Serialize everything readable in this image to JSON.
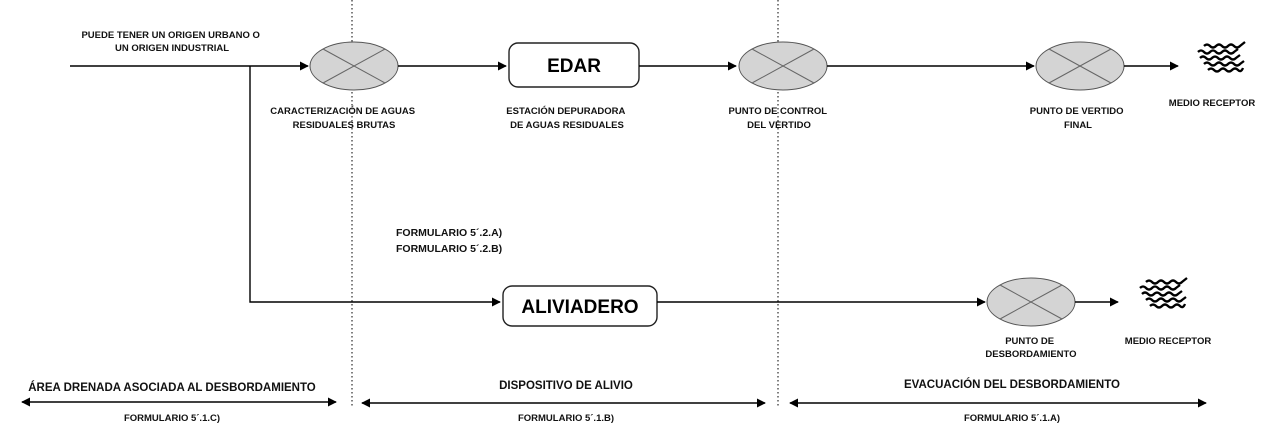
{
  "source_label": [
    "PUEDE TENER UN ORIGEN URBANO O",
    "UN ORIGEN INDUSTRIAL"
  ],
  "nodes": {
    "characterization": [
      "CARACTERIZACIÓN DE AGUAS",
      "RESIDUALES BRUTAS"
    ],
    "edar_box": "EDAR",
    "edar_desc": [
      "ESTACIÓN DEPURADORA",
      "DE AGUAS RESIDUALES"
    ],
    "control_point": [
      "PUNTO DE CONTROL",
      "DEL VERTIDO"
    ],
    "final_discharge": [
      "PUNTO DE VERTIDO",
      "FINAL"
    ],
    "receptor_top": "MEDIO RECEPTOR",
    "aliviadero_box": "ALIVIADERO",
    "overflow_point": [
      "PUNTO DE",
      "DESBORDAMIENTO"
    ],
    "receptor_bottom": "MEDIO RECEPTOR"
  },
  "forms_middle": [
    "FORMULARIO 5´.2.A)",
    "FORMULARIO 5´.2.B)"
  ],
  "sections": [
    {
      "title": "ÁREA DRENADA ASOCIADA AL  DESBORDAMIENTO",
      "form": "FORMULARIO 5´.1.C)"
    },
    {
      "title": "DISPOSITIVO DE ALIVIO",
      "form": "FORMULARIO 5´.1.B)"
    },
    {
      "title": "EVACUACIÓN DEL DESBORDAMIENTO",
      "form": "FORMULARIO 5´.1.A)"
    }
  ]
}
